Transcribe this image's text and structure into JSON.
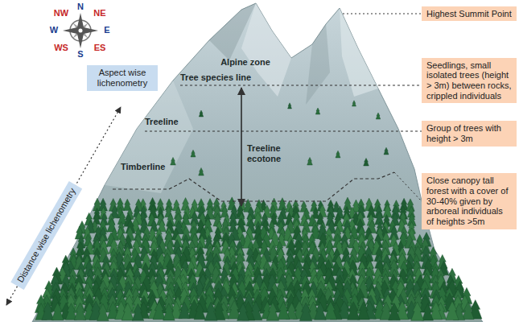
{
  "diagram": {
    "nodes": [
      {
        "text": [
          "Highest Summit Point"
        ]
      },
      {
        "text": [
          "Aspect wise lichenometry"
        ]
      },
      {
        "text": [
          "Seedlings, small isolated trees (height > 3m) between rocks, crippled individuals"
        ]
      },
      {
        "text": [
          "Group of trees with height > 3m"
        ]
      },
      {
        "text": [
          "Distance wise lichenometry"
        ]
      },
      {
        "text": [
          "Close canopy tall forest with a cover of 30-40% given by arboreal individuals of heights >5m"
        ]
      }
    ],
    "labels": [
      "N",
      "NW",
      "NE",
      "W",
      "E",
      "WS",
      "ES",
      "S",
      "Alpine zone",
      "Tree species line",
      "Treeline",
      "Treeline ecotone",
      "Timberline"
    ]
  }
}
